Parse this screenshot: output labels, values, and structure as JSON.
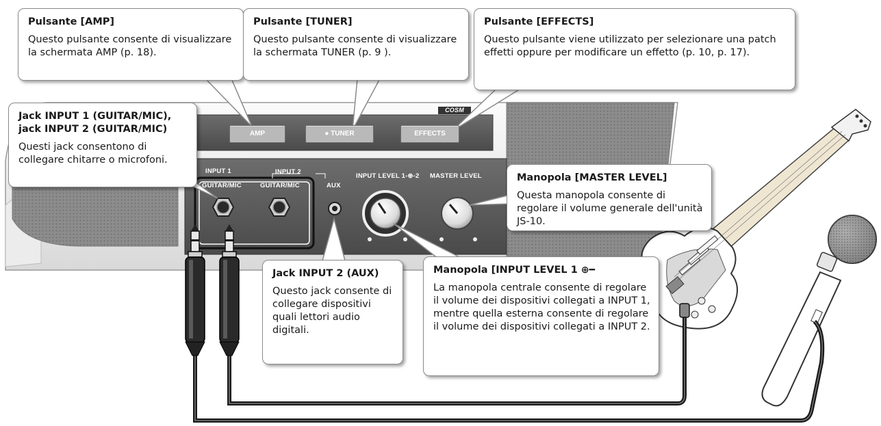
{
  "panel": {
    "brand": "COSM",
    "buttons": {
      "amp": "AMP",
      "tuner": "TUNER",
      "effects": "EFFECTS"
    },
    "labels": {
      "input1": "INPUT 1",
      "guitar_mic_1": "GUITAR/MIC",
      "input2": "INPUT 2",
      "guitar_mic_2": "GUITAR/MIC",
      "aux": "AUX",
      "input_level": "INPUT LEVEL 1-⊕-2",
      "master_level": "MASTER LEVEL"
    }
  },
  "callouts": {
    "amp": {
      "title": "Pulsante [AMP]",
      "body": "Questo pulsante consente di visualizzare la schermata AMP (p. 18)."
    },
    "tuner": {
      "title": "Pulsante [TUNER]",
      "body": "Questo pulsante consente di visualizzare la schermata TUNER (p. 9 )."
    },
    "effects": {
      "title": "Pulsante [EFFECTS]",
      "body": "Questo pulsante viene utilizzato per selezionare una patch effetti oppure per modificare un effetto (p. 10, p. 17)."
    },
    "input_jacks": {
      "title": "Jack INPUT 1 (GUITAR/MIC), jack INPUT 2 (GUITAR/MIC)",
      "body": "Questi jack consentono di collegare chitarre o microfoni."
    },
    "master_level": {
      "title": "Manopola [MASTER LEVEL]",
      "body": "Questa manopola consente di regolare il volume generale dell'unità JS-10."
    },
    "aux": {
      "title": "Jack INPUT 2 (AUX)",
      "body": "Questo jack consente di collegare dispositivi quali lettori audio digitali."
    },
    "input_level": {
      "title": "Manopola [INPUT LEVEL 1",
      "body": "La manopola centrale consente di regolare il volume dei dispositivi collegati a INPUT 1, mentre quella esterna consente di regolare il volume dei dispositivi collegati a INPUT 2."
    }
  }
}
